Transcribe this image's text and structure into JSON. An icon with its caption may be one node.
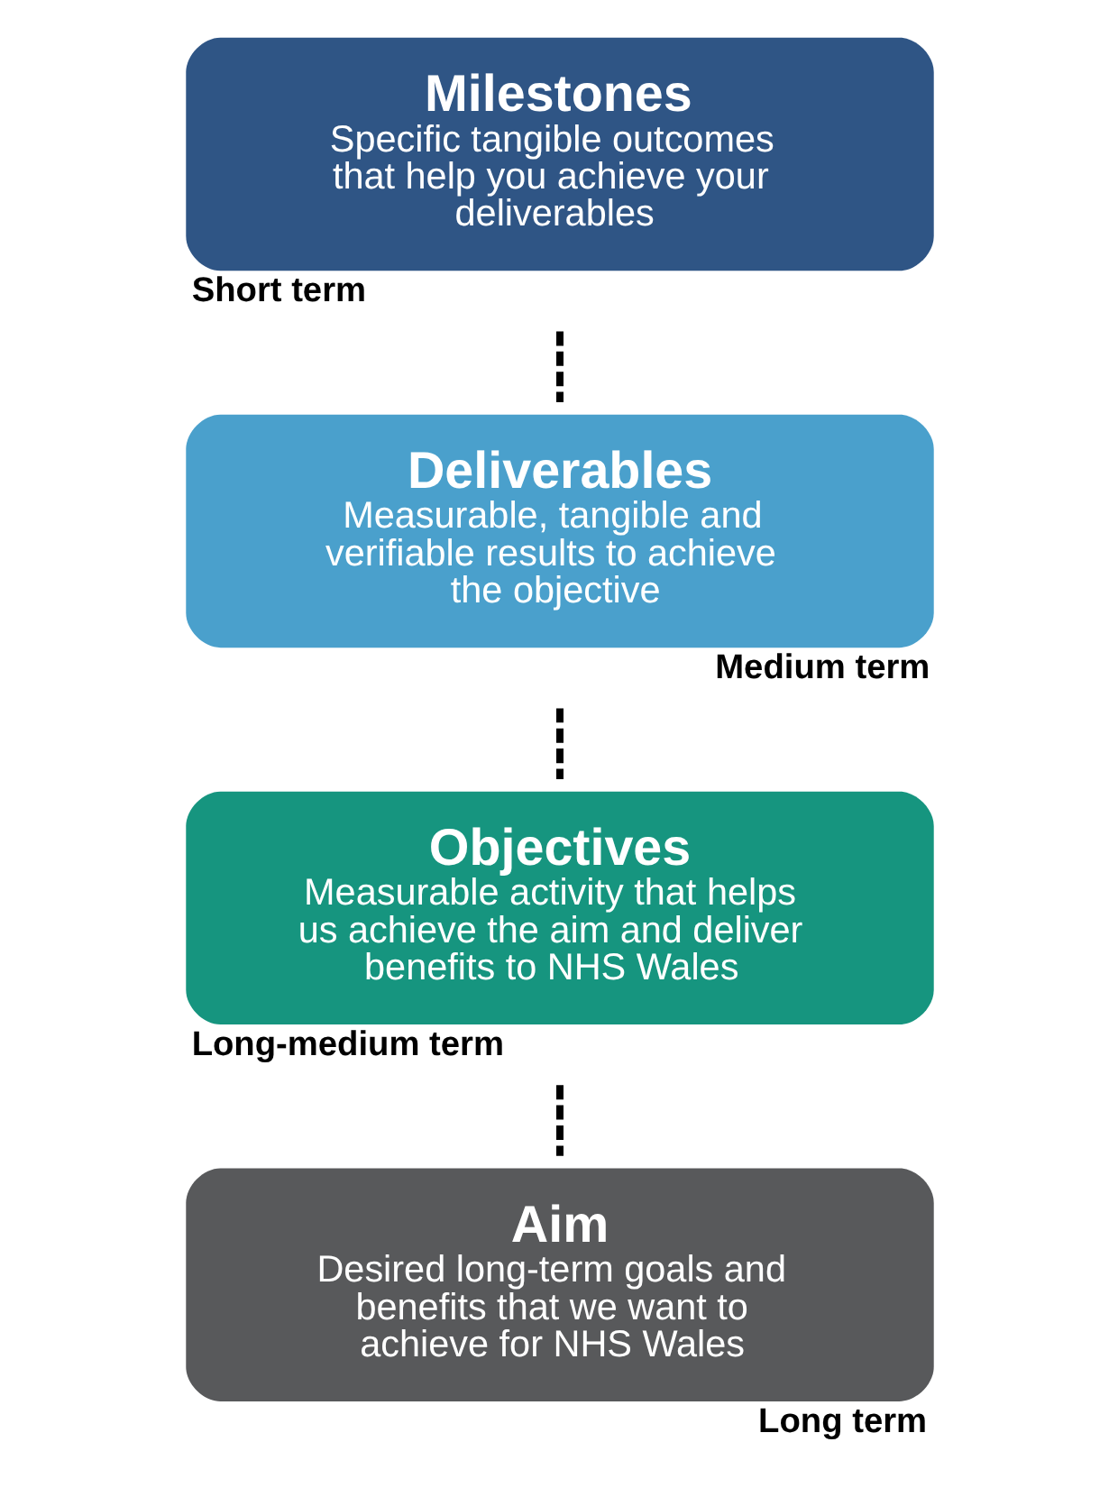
{
  "diagram": {
    "nodes": [
      {
        "text": [
          "Milestones",
          "Specific tangible outcomes that help you achieve your deliverables"
        ],
        "beside": [
          "Short term"
        ]
      },
      {
        "text": [
          "Deliverables",
          "Measurable, tangible and verifiable results to achieve the objective"
        ],
        "beside": [
          "Medium term"
        ]
      },
      {
        "text": [
          "Objectives",
          "Measurable activity that helps us achieve the aim and deliver benefits to NHS Wales"
        ],
        "beside": [
          "Long-medium term"
        ]
      },
      {
        "text": [
          "Aim",
          "Desired long-term goals and benefits that we want to achieve for NHS Wales"
        ],
        "beside": [
          "Long term"
        ]
      }
    ],
    "edges": [
      {
        "from": 0,
        "to": 1,
        "arrow": "none",
        "style": "dashed"
      },
      {
        "from": 1,
        "to": 2,
        "arrow": "none",
        "style": "dashed"
      },
      {
        "from": 2,
        "to": 3,
        "arrow": "none",
        "style": "dashed"
      }
    ]
  }
}
